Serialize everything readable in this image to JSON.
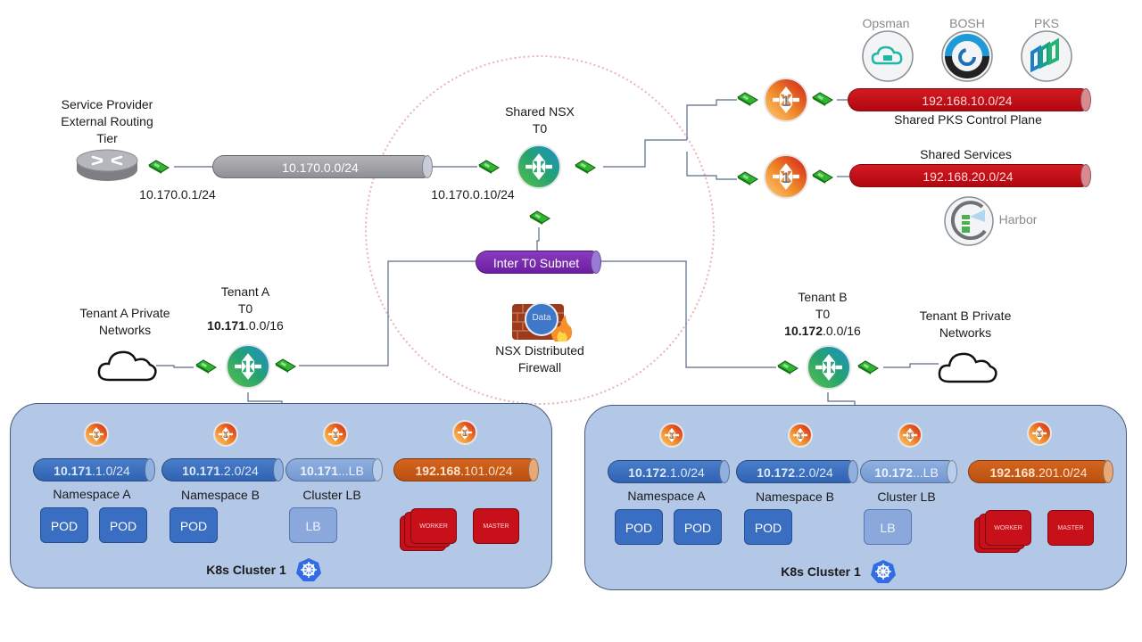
{
  "external": {
    "title_lines": [
      "Service Provider",
      "External Routing",
      "Tier"
    ],
    "ip": "10.170.0.1/24",
    "subnet": "10.170.0.0/24"
  },
  "shared_t0": {
    "title_lines": [
      "Shared NSX",
      "T0"
    ],
    "ip": "10.170.0.10/24"
  },
  "control_plane": {
    "apps": [
      {
        "label": "Opsman",
        "icon": "opsman-icon"
      },
      {
        "label": "BOSH",
        "icon": "bosh-icon"
      },
      {
        "label": "PKS",
        "icon": "pks-icon"
      }
    ],
    "subnet": "192.168.10.0/24",
    "caption": "Shared PKS Control Plane"
  },
  "shared_services": {
    "caption": "Shared Services",
    "subnet": "192.168.20.0/24",
    "harbor_label": "Harbor"
  },
  "inter_t0": {
    "label": "Inter T0 Subnet"
  },
  "firewall": {
    "badge": "Data",
    "caption_lines": [
      "NSX Distributed",
      "Firewall"
    ]
  },
  "tenants": [
    {
      "name_lines": [
        "Tenant A",
        "T0"
      ],
      "cidr_bold": "10.171",
      "cidr_rest": ".0.0/16",
      "private_lines": [
        "Tenant A Private",
        "Networks"
      ],
      "cluster": {
        "title": "K8s Cluster 1",
        "segments": [
          {
            "bold": "10.171",
            "rest": ".1.0/24",
            "caption": "Namespace A",
            "style": "blue"
          },
          {
            "bold": "10.171",
            "rest": ".2.0/24",
            "caption": "Namespace B",
            "style": "blue"
          },
          {
            "bold": "10.171",
            "rest": "...LB",
            "caption": "Cluster LB",
            "style": "lightblue"
          },
          {
            "bold": "192.168",
            "rest": ".101.0/24",
            "caption": "",
            "style": "orange"
          }
        ],
        "pods": [
          "POD",
          "POD",
          "POD"
        ],
        "lb": "LB",
        "worker": "WORKER",
        "master": "MASTER"
      }
    },
    {
      "name_lines": [
        "Tenant B",
        "T0"
      ],
      "cidr_bold": "10.172",
      "cidr_rest": ".0.0/16",
      "private_lines": [
        "Tenant B Private",
        "Networks"
      ],
      "cluster": {
        "title": "K8s Cluster 1",
        "segments": [
          {
            "bold": "10.172",
            "rest": ".1.0/24",
            "caption": "Namespace A",
            "style": "blue"
          },
          {
            "bold": "10.172",
            "rest": ".2.0/24",
            "caption": "Namespace B",
            "style": "blue"
          },
          {
            "bold": "10.172",
            "rest": "...LB",
            "caption": "Cluster LB",
            "style": "lightblue"
          },
          {
            "bold": "192.168",
            "rest": ".201.0/24",
            "caption": "",
            "style": "orange"
          }
        ],
        "pods": [
          "POD",
          "POD",
          "POD"
        ],
        "lb": "LB",
        "worker": "WORKER",
        "master": "MASTER"
      }
    }
  ],
  "colors": {
    "t0_router": "#2e9e6a",
    "t1_router": "#e8892a",
    "control_plane_pipe": "#c8101a",
    "inter_t0_pipe": "#7a2db0",
    "cluster_bg": "#b3c7e7",
    "namespace_pipe": "#3a6ec2",
    "node_pipe": "#c95a18"
  }
}
